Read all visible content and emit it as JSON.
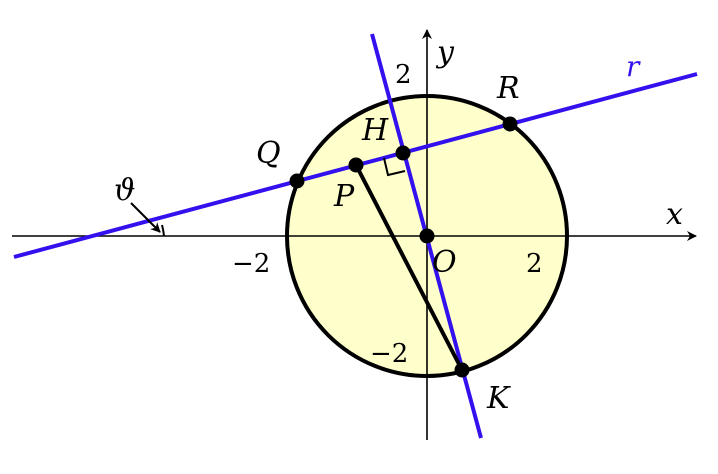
{
  "diagram": {
    "axis_labels": {
      "x": "x",
      "y": "y"
    },
    "tick_labels": {
      "x_neg": "−2",
      "x_pos": "2",
      "y_pos": "2",
      "y_neg": "−2"
    },
    "point_labels": {
      "origin": "O",
      "H": "H",
      "P": "P",
      "Q": "Q",
      "R": "R",
      "K": "K"
    },
    "line_label": "r",
    "angle_label": "ϑ",
    "colors": {
      "circle_fill": "#ffffcc",
      "line_color": "#3311ee",
      "ink": "#000000"
    }
  }
}
